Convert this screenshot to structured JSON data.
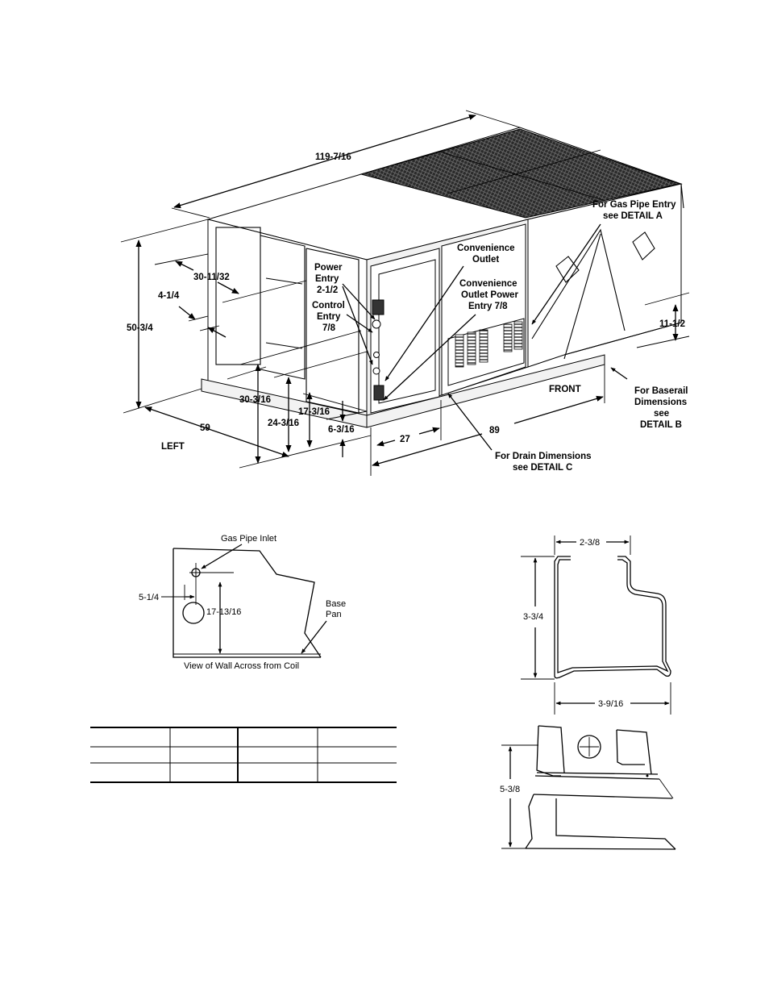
{
  "unit_labels": {
    "length": "119-7/16",
    "height": "50-3/4",
    "top_to_panel": "30-11/32",
    "upper_offset": "4-1/4",
    "lower_height": "30-3/16",
    "mid_height": "24-3/16",
    "inner_height": "17-3/16",
    "base_height": "6-3/16",
    "depth": "59",
    "front_offset": "27",
    "front_length": "89",
    "baserail_height": "11-1/2",
    "left_side": "LEFT",
    "front_side": "FRONT",
    "power_entry": [
      "Power",
      "Entry",
      "2-1/2"
    ],
    "control_entry": [
      "Control",
      "Entry",
      "7/8"
    ],
    "convenience_outlet": [
      "Convenience",
      "Outlet"
    ],
    "convenience_power_entry": [
      "Convenience",
      "Outlet Power",
      "Entry 7/8"
    ],
    "gas_pipe_callout": [
      "For Gas Pipe Entry",
      "see DETAIL A"
    ],
    "baserail_callout": [
      "For Baserail",
      "Dimensions",
      "see",
      "DETAIL B"
    ],
    "drain_callout": [
      "For Drain Dimensions",
      "see DETAIL C"
    ]
  },
  "detail_a": {
    "gas_pipe_inlet": "Gas Pipe Inlet",
    "horizontal_dim": "5-1/4",
    "vertical_dim": "17-13/16",
    "base_pan": [
      "Base",
      "Pan"
    ],
    "caption": "View of Wall Across from Coil"
  },
  "detail_b": {
    "width_top": "2-3/8",
    "height": "3-3/4",
    "width_bottom": "3-9/16"
  },
  "detail_c": {
    "height": "5-3/8"
  },
  "table": {
    "columns": 4,
    "rows": [
      [
        "",
        "",
        "",
        ""
      ],
      [
        "",
        "",
        "",
        ""
      ],
      [
        "",
        "",
        "",
        ""
      ]
    ]
  }
}
